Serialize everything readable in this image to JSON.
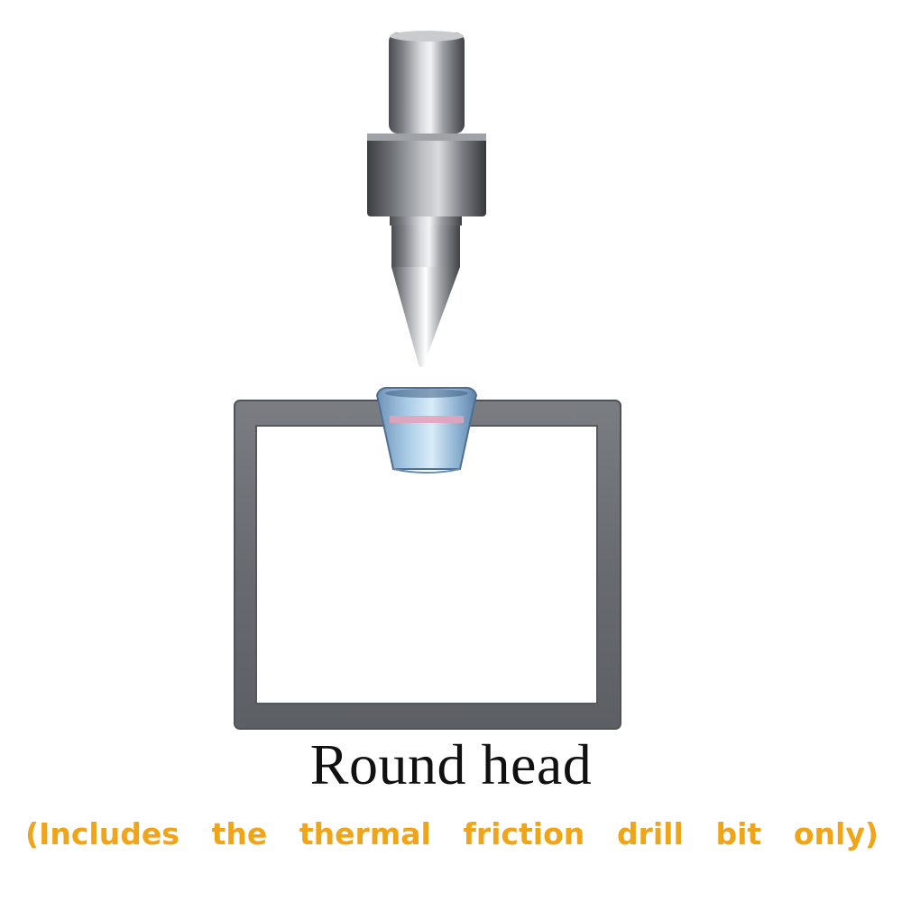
{
  "caption": {
    "title": "Round head",
    "note_words": [
      "(Includes",
      "the",
      "thermal",
      "friction",
      "drill",
      "bit",
      "only)"
    ]
  },
  "colors": {
    "title_text": "#111111",
    "note_text": "#F0A418",
    "tube_wall": "#6B6E73",
    "bit_metal": "#8C8F93",
    "bushing": "#9CC2E0"
  },
  "icons": {
    "drill_bit": "friction-drill-bit-icon",
    "tube_section": "square-tube-cross-section-icon",
    "formed_bushing": "formed-bushing-icon"
  }
}
